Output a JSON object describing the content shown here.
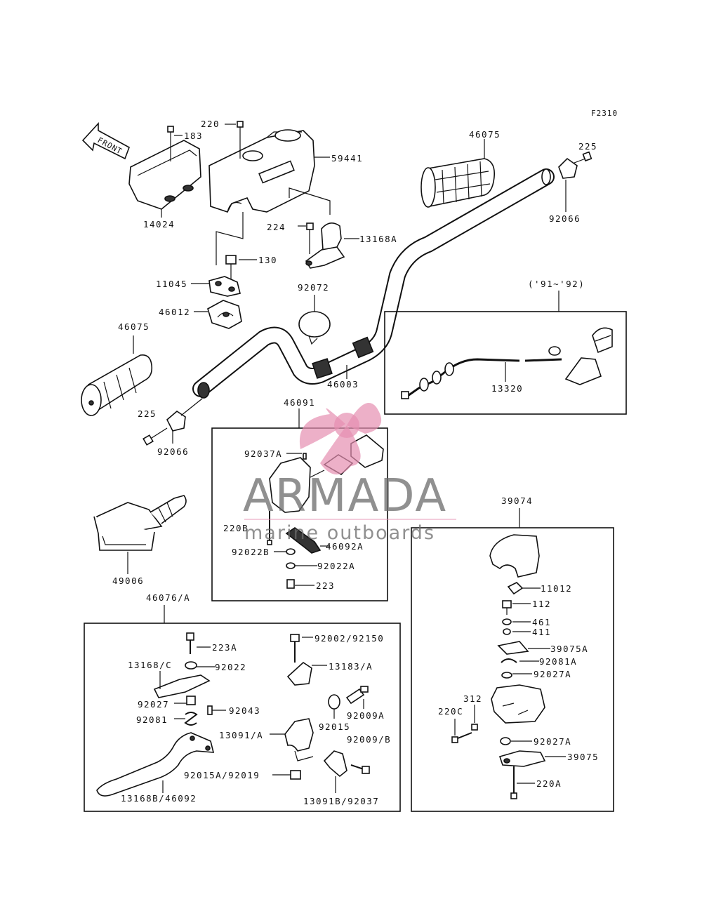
{
  "figure_code": "F2310",
  "front_arrow_text": "FRONT",
  "year_note": "('91~'92)",
  "watermark": {
    "brand": "ARMADA",
    "tagline": "marine outboards",
    "accent_color": "#e58fb0",
    "text_color": "#6b6b6b"
  },
  "labels": {
    "l220": "220",
    "l183": "183",
    "l59441": "59441",
    "l14024": "14024",
    "l46075_top": "46075",
    "l225_top": "225",
    "l92066_top": "92066",
    "l224": "224",
    "l13168A": "13168A",
    "l130": "130",
    "l11045": "11045",
    "l46012": "46012",
    "l92072": "92072",
    "l46075_left": "46075",
    "l46003": "46003",
    "l13320": "13320",
    "l225_left": "225",
    "l92066_left": "92066",
    "l46091": "46091",
    "l92037A": "92037A",
    "l220B": "220B",
    "l46092A": "46092A",
    "l92022B": "92022B",
    "l92022A": "92022A",
    "l223": "223",
    "l49006": "49006",
    "l39074": "39074",
    "l11012": "11012",
    "l112": "112",
    "l461": "461",
    "l411": "411",
    "l39075A": "39075A",
    "l92081A": "92081A",
    "l92027A_1": "92027A",
    "l312": "312",
    "l220C": "220C",
    "l92027A_2": "92027A",
    "l39075": "39075",
    "l220A": "220A",
    "l46076A": "46076/A",
    "l223A": "223A",
    "l13168C": "13168/C",
    "l92022": "92022",
    "l92027": "92027",
    "l92043": "92043",
    "l92081": "92081",
    "l13091A": "13091/A",
    "l92002": "92002/92150",
    "l13183A": "13183/A",
    "l92009A": "92009A",
    "l92015": "92015",
    "l92009B": "92009/B",
    "l92015A": "92015A/92019",
    "l13168B": "13168B/46092",
    "l13091B": "13091B/92037"
  }
}
